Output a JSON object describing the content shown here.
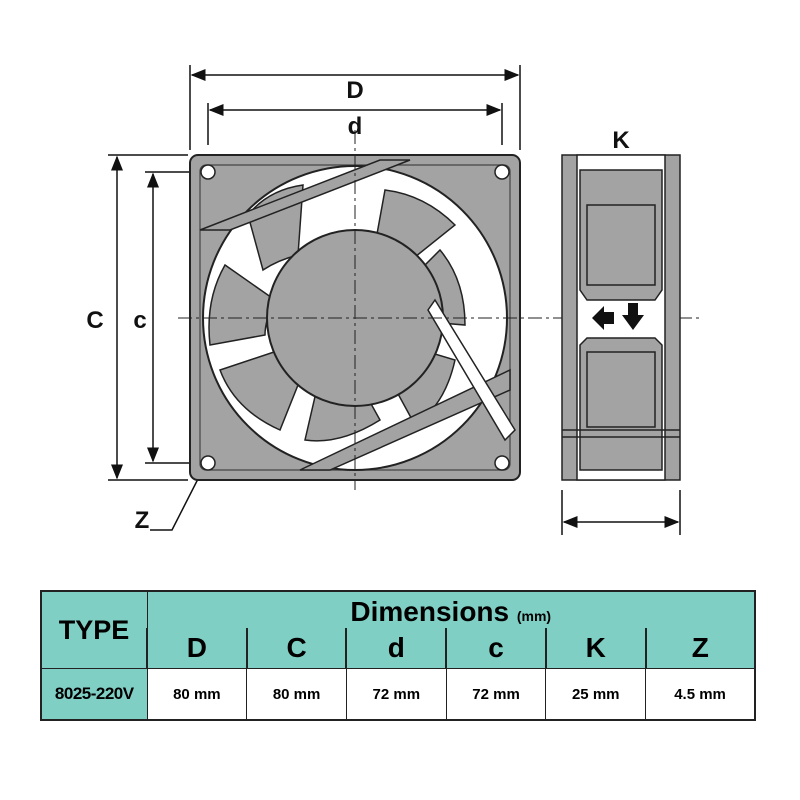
{
  "diagram": {
    "labels": {
      "D": "D",
      "d": "d",
      "C": "C",
      "c": "c",
      "K": "K",
      "Z": "Z"
    }
  },
  "table": {
    "type_header": "TYPE",
    "dimensions_title": "Dimensions",
    "dimensions_unit": "(mm)",
    "columns": [
      "D",
      "C",
      "d",
      "c",
      "K",
      "Z"
    ],
    "rows": [
      {
        "type": "8025-220V",
        "values": [
          "80 mm",
          "80 mm",
          "72 mm",
          "72 mm",
          "25 mm",
          "4.5 mm"
        ]
      }
    ]
  },
  "colors": {
    "header_bg": "#7fcfc5",
    "fan_gray": "#a3a3a3"
  }
}
